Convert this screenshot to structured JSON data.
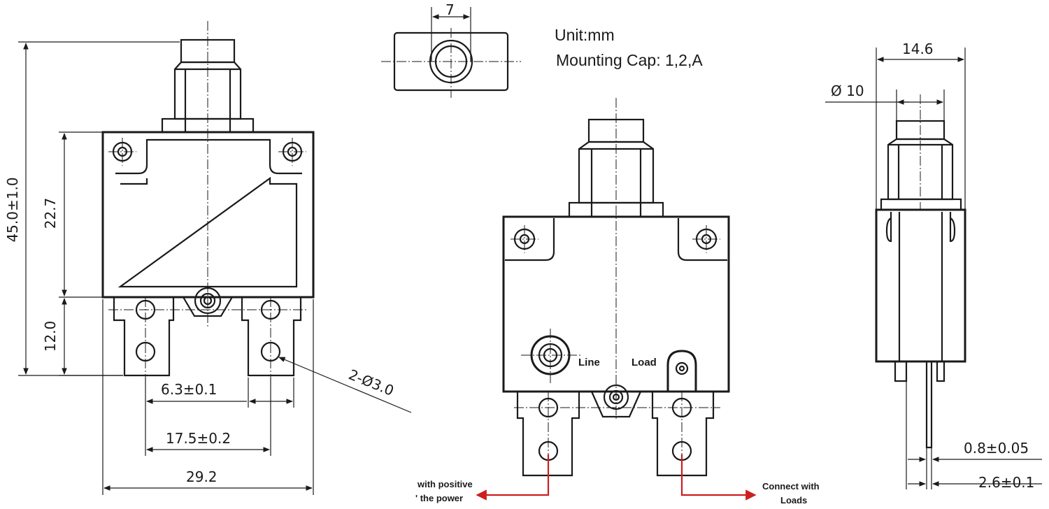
{
  "notes": {
    "unit": "Unit:mm",
    "mounting_cap": "Mounting Cap: 1,2,A"
  },
  "dimensions": {
    "cap_width": "7",
    "overall_height": "45.0±1.0",
    "body_height": "22.7",
    "terminal_height": "12.0",
    "terminal_width": "6.3±0.1",
    "hole_spacing": "17.5±0.2",
    "body_width": "29.2",
    "holes": "2-Ø3.0",
    "side_width": "14.6",
    "button_diameter": "Ø 10",
    "pin_thickness": "0.8±0.05",
    "pin_offset": "2.6±0.1"
  },
  "labels": {
    "line": "Line",
    "load": "Load",
    "positive_line1": "with positive",
    "positive_line2": "' the power",
    "connect_line1": "Connect with",
    "connect_line2": "Loads"
  },
  "colors": {
    "arrow": "#cc1f1f",
    "line": "#1a1a1a"
  }
}
